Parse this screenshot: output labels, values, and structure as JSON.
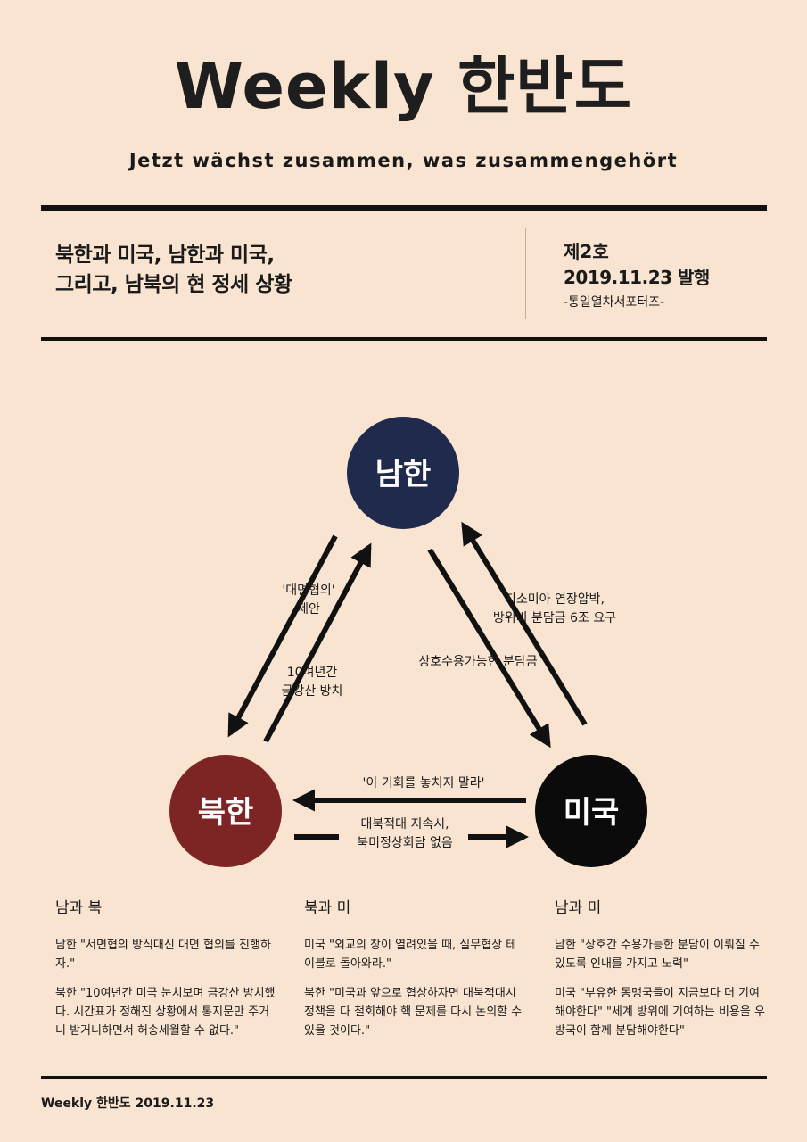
{
  "header": {
    "title": "Weekly 한반도",
    "subtitle": "Jetzt wächst zusammen, was zusammengehört"
  },
  "headline": {
    "line1": "북한과 미국, 남한과 미국,",
    "line2": "그리고, 남북의 현 정세 상황"
  },
  "issue": {
    "number": "제2호",
    "date": "2019.11.23 발행",
    "publisher": "-통일열차서포터즈-"
  },
  "diagram": {
    "nodes": {
      "south": {
        "label": "남한",
        "color": "#1f2a4d"
      },
      "north": {
        "label": "북한",
        "color": "#7d2424"
      },
      "usa": {
        "label": "미국",
        "color": "#0b0b0b"
      }
    },
    "labels": {
      "south_to_north_l1": "'대면협의'",
      "south_to_north_l2": "제안",
      "north_to_south_l1": "10여년간",
      "north_to_south_l2": "금강산 방치",
      "usa_to_south_l1": "지소미아 연장압박,",
      "usa_to_south_l2": "방위비 분담금 6조 요구",
      "south_to_usa": "상호수용가능한 분담금",
      "usa_to_north": "'이 기회를 놓치지 말라'",
      "north_to_usa_l1": "대북적대 지속시,",
      "north_to_usa_l2": "북미정상회담 없음"
    }
  },
  "columns": [
    {
      "heading": "남과 북",
      "p1": "남한 \"서면협의 방식대신 대면 협의를 진행하자.\"",
      "p2": "북한 \"10여년간 미국 눈치보며 금강산 방치했다. 시간표가 정해진 상황에서 통지문만 주거니 받거니하면서 허송세월할 수 없다.\""
    },
    {
      "heading": "북과 미",
      "p1": "미국 \"외교의 창이 열려있을 때, 실무협상 테이블로 돌아와라.\"",
      "p2": "북한 \"미국과 앞으로 협상하자면 대북적대시 정책을 다 철회해야 핵 문제를 다시 논의할 수 있을 것이다.\""
    },
    {
      "heading": "남과 미",
      "p1": "남한 \"상호간 수용가능한 분담이 이뤄질 수 있도록 인내를 가지고 노력\"",
      "p2": "미국 \"부유한 동맹국들이 지금보다 더 기여해야한다\" \"세계 방위에 기여하는 비용을 우방국이 함께 분담해야한다\""
    }
  ],
  "footer": {
    "text": "Weekly 한반도 2019.11.23"
  }
}
